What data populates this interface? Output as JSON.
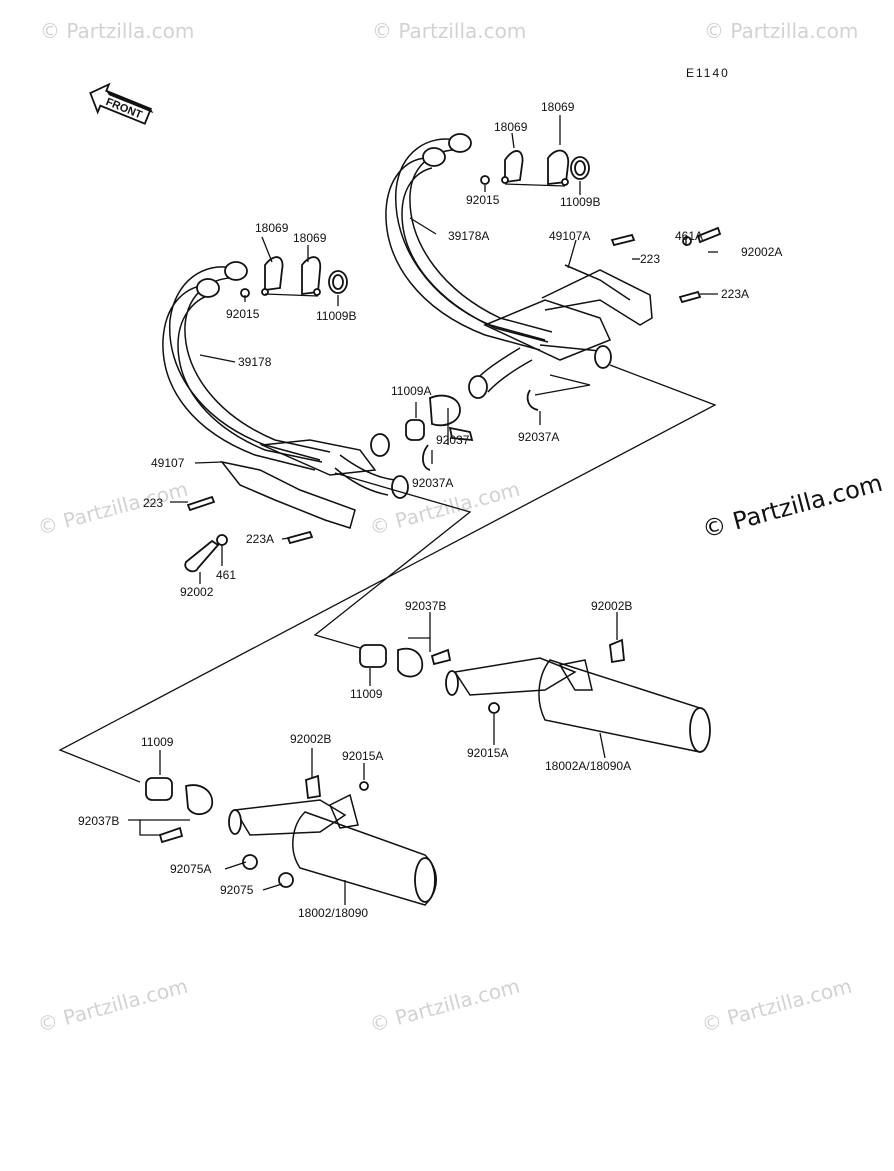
{
  "diagram_code": "E1140",
  "front_label": "FRONT",
  "copyright": "© Partzilla.com",
  "watermark": "© Partzilla.com",
  "part_labels": {
    "p18069_a": "18069",
    "p18069_b": "18069",
    "p92015_a": "92015",
    "p11009B_a": "11009B",
    "p39178A": "39178A",
    "p49107A": "49107A",
    "p223_a": "223",
    "p461A": "461A",
    "p92002A": "92002A",
    "p223A_a": "223A",
    "p18069_c": "18069",
    "p18069_d": "18069",
    "p92015_b": "92015",
    "p11009B_b": "11009B",
    "p39178": "39178",
    "p11009A": "11009A",
    "p92037": "92037",
    "p92037A_a": "92037A",
    "p92037A_b": "92037A",
    "p49107": "49107",
    "p223_b": "223",
    "p223A_b": "223A",
    "p461": "461",
    "p92002": "92002",
    "p92037B_a": "92037B",
    "p92002B_a": "92002B",
    "p11009_a": "11009",
    "p92015A_a": "92015A",
    "p18002A": "18002A/18090A",
    "p11009_b": "11009",
    "p92002B_b": "92002B",
    "p92015A_b": "92015A",
    "p92037B_b": "92037B",
    "p92075A": "92075A",
    "p92075": "92075",
    "p18002": "18002/18090"
  }
}
